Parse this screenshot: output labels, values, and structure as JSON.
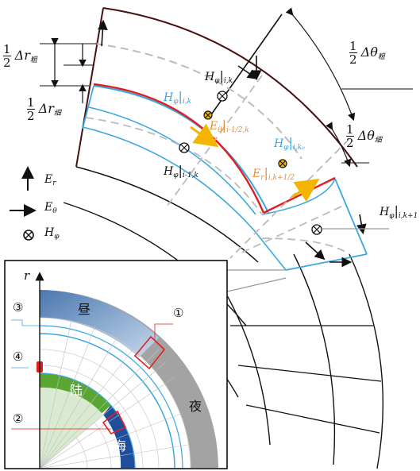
{
  "labels": {
    "dr_coarse": {
      "coef": "1",
      "den": "2",
      "sym": "Δr",
      "sub": "粗"
    },
    "dr_fine": {
      "coef": "1",
      "den": "2",
      "sym": "Δr",
      "sub": "细"
    },
    "dtheta_coarse": {
      "coef": "1",
      "den": "2",
      "sym": "Δθ",
      "sub": "粗"
    },
    "dtheta_fine": {
      "coef": "1",
      "den": "2",
      "sym": "Δθ",
      "sub": "细"
    },
    "h_ik": {
      "sym": "H",
      "sub1": "φ",
      "sub2": "i,k"
    },
    "h_i1k": {
      "sym": "H",
      "sub1": "φ",
      "sub2": "i-1,k"
    },
    "h_ik1": {
      "sym": "H",
      "sub1": "φ",
      "sub2": "i,k+1"
    },
    "h_blue_ik": {
      "sym": "H",
      "sub1": "φ",
      "sub2": "i,k"
    },
    "h_blue_ik0": {
      "sym": "H",
      "sub1": "φ",
      "sub2": "i,k₀"
    },
    "e_theta": {
      "sym": "E",
      "sub1": "θ",
      "sub2": "i-1/2,k"
    },
    "e_r": {
      "sym": "E",
      "sub1": "r",
      "sub2": "i,k+1/2"
    }
  },
  "legend": {
    "er": {
      "sym": "E",
      "sub": "r"
    },
    "etheta": {
      "sym": "E",
      "sub": "θ"
    },
    "hphi": {
      "sym": "H",
      "sub": "φ"
    }
  },
  "inset": {
    "axis_label": "r",
    "region_day": "昼",
    "region_night": "夜",
    "region_land": "陆",
    "region_sea": "海",
    "marker_1": "①",
    "marker_2": "②",
    "marker_3": "③",
    "marker_4": "④"
  },
  "colors": {
    "coarse_grid": "#111111",
    "fine_grid": "#3aa7e0",
    "interface": "#e02020",
    "dashed": "#bbbbbb",
    "e_field_arrow": "#f5b400",
    "day": "#7fa6cf",
    "night": "#a3a3a3",
    "land": "#5aa632",
    "sea": "#1f4e9c"
  }
}
